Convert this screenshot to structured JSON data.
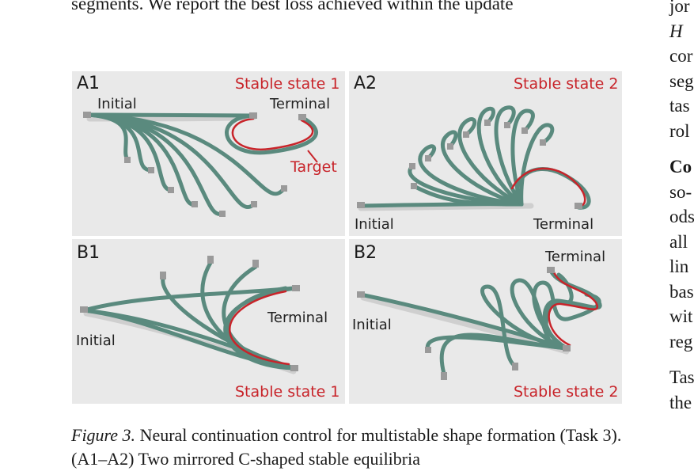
{
  "body_text": {
    "top_line": "segments. We report the best loss achieved within the update",
    "right_column": [
      "jor",
      "H",
      "cor",
      "seg",
      "tas",
      "rol",
      "Co",
      "so-",
      "ods",
      "all",
      "lin",
      "bas",
      "wit",
      "reg",
      "Tas",
      "the"
    ]
  },
  "figure": {
    "panels": {
      "A1": {
        "id": "A1",
        "state": "Stable state 1",
        "initial": "Initial",
        "terminal": "Terminal",
        "target": "Target"
      },
      "A2": {
        "id": "A2",
        "state": "Stable state 2",
        "initial": "Initial",
        "terminal": "Terminal"
      },
      "B1": {
        "id": "B1",
        "state": "Stable state 1",
        "initial": "Initial",
        "terminal": "Terminal"
      },
      "B2": {
        "id": "B2",
        "state": "Stable state 2",
        "initial": "Initial",
        "terminal": "Terminal"
      }
    },
    "colors": {
      "panel_bg": "#e9e9e9",
      "rod": "#5a8a7e",
      "target": "#c8242a",
      "connector": "#9a9a9a"
    },
    "caption": {
      "label": "Figure 3.",
      "text": " Neural continuation control for multistable shape formation (Task 3). (A1–A2) Two mirrored C-shaped stable equilibria"
    }
  }
}
